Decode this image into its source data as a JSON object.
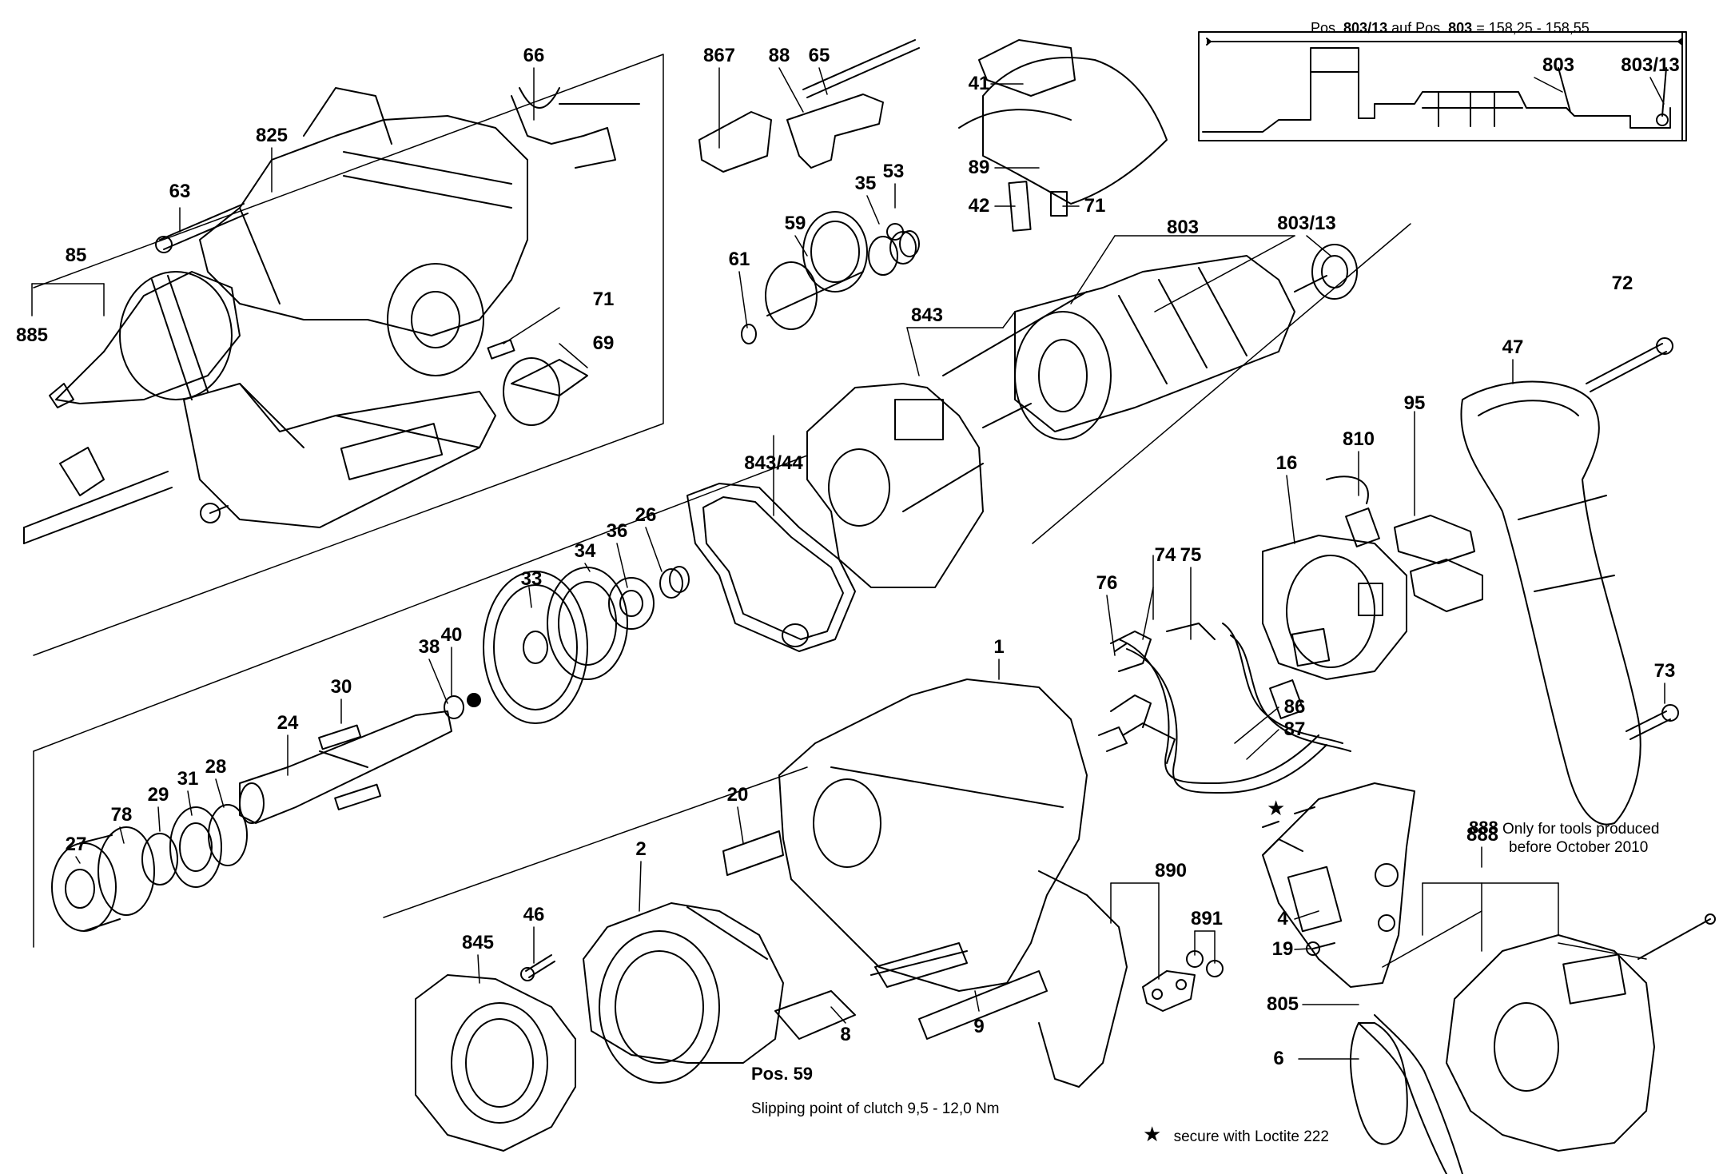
{
  "labels": [
    "66",
    "867",
    "88",
    "65",
    "41",
    "825",
    "63",
    "53",
    "35",
    "89",
    "42",
    "71",
    "85",
    "59",
    "61",
    "803",
    "803/13",
    "885",
    "71",
    "69",
    "843",
    "72",
    "47",
    "843/44",
    "95",
    "810",
    "16",
    "26",
    "36",
    "34",
    "33",
    "40",
    "38",
    "30",
    "24",
    "74",
    "75",
    "76",
    "1",
    "73",
    "86",
    "87",
    "20",
    "28",
    "31",
    "29",
    "78",
    "27",
    "2",
    "888",
    "890",
    "891",
    "46",
    "845",
    "4",
    "19",
    "805",
    "8",
    "9",
    "6"
  ],
  "header": {
    "text_prefix": "Pos. ",
    "ref_a": "803/13",
    "text_mid": " auf Pos. ",
    "ref_b": "803",
    "text_suffix": " = 158,25 - 158,55",
    "callout_803": "803",
    "callout_803_13": "803/13"
  },
  "notes": {
    "pos59_title": "Pos. 59",
    "pos59_text": "Slipping point of clutch  9,5 - 12,0 Nm",
    "loctite": "secure with Loctite 222",
    "star": "★",
    "only_tools_num": "888",
    "only_tools_line1": "Only for tools produced",
    "only_tools_line2": "before October 2010"
  }
}
